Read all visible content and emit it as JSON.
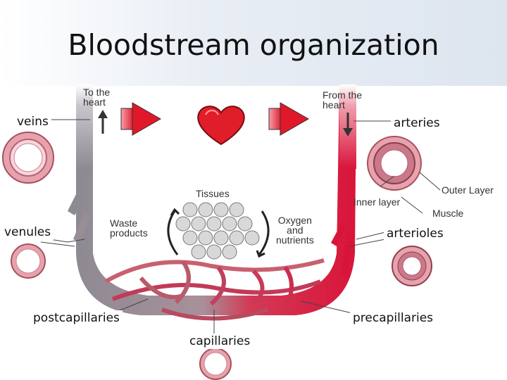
{
  "slide": {
    "title": "Bloodstream organization"
  },
  "labels": {
    "veins": "veins",
    "arteries": "arteries",
    "venules": "venules",
    "arterioles": "arterioles",
    "postcapillaries": "postcapillaries",
    "precapillaries": "precapillaries",
    "capillaries": "capillaries"
  },
  "artwork_text": {
    "to_heart": [
      "To the",
      "heart"
    ],
    "from_heart": [
      "From the",
      "heart"
    ],
    "tissues": "Tissues",
    "waste": [
      "Waste",
      "products"
    ],
    "oxygen": [
      "Oxygen",
      "and",
      "nutrients"
    ],
    "outer_layer": "Outer Layer",
    "inner_layer": "Inner layer",
    "muscle": "Muscle"
  },
  "colors": {
    "artery_red": "#d9143a",
    "vein_gray": "#8e8a92",
    "heart_red": "#e01e2a",
    "vessel_pink": "#e6a3ad"
  }
}
